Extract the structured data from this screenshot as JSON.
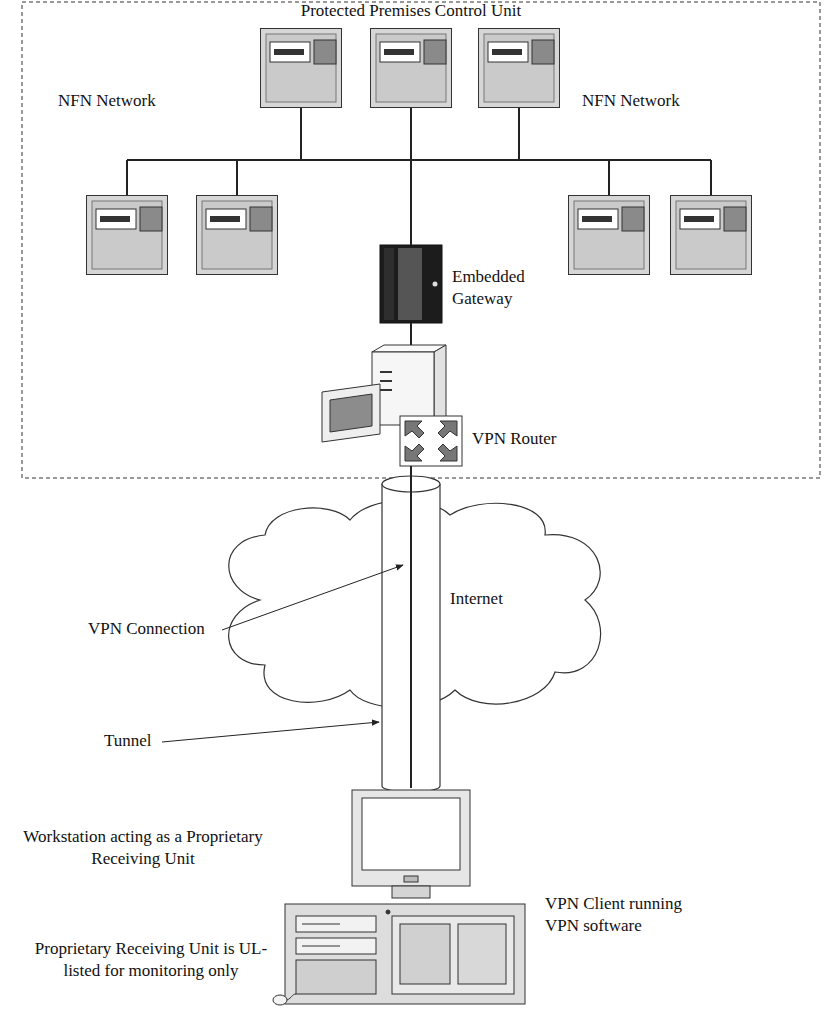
{
  "diagram": {
    "nodes": [
      {
        "text": [
          "Protected Premises Control Unit"
        ]
      },
      {
        "text": [
          "Embedded Gateway"
        ]
      },
      {
        "text": [
          "VPN Router"
        ]
      },
      {
        "text": [
          "Internet"
        ]
      },
      {
        "text": [
          "Workstation acting as a Proprietary Receiving Unit",
          "VPN Client running VPN software",
          "Proprietary Receiving Unit is UL-listed for monitoring only"
        ]
      }
    ],
    "edges": [
      {
        "from": 0,
        "to": 1,
        "arrow": "none"
      },
      {
        "from": 1,
        "to": 2,
        "arrow": "none"
      },
      {
        "from": 2,
        "to": 4,
        "arrow": "none"
      }
    ],
    "labels": [
      "NFN Network",
      "NFN Network",
      "VPN Connection",
      "Tunnel"
    ]
  }
}
